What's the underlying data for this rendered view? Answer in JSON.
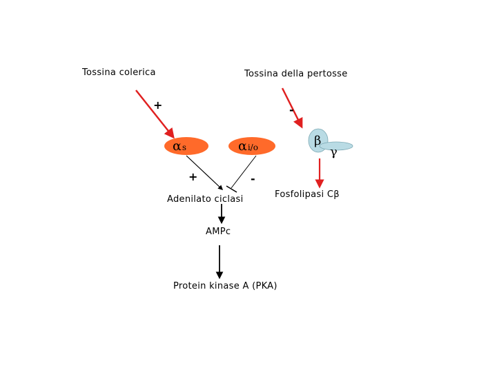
{
  "labels": {
    "cholera_toxin": "Tossina colerica",
    "pertussis_toxin": "Tossina della pertosse",
    "adenylate_cyclase": "Adenilato ciclasi",
    "camp": "AMPc",
    "pka": "Protein kinase A (PKA)",
    "plc": "Fosfolipasi Cβ"
  },
  "signs": {
    "cholera_effect": "+",
    "pertussis_effect": "-",
    "alpha_s_effect": "+",
    "alpha_io_effect": "-"
  },
  "nodes": {
    "alpha_s": "αs",
    "alpha_io": "αi/o",
    "beta": "β",
    "gamma": "γ"
  },
  "colors": {
    "alpha_s_fill": "#ff6a2a",
    "alpha_io_fill": "#ff6a2a",
    "beta_fill": "#b9dbe4",
    "gamma_fill": "#b9dbe4",
    "activating_arrow": "#e02020",
    "pathway_arrow": "#000000"
  }
}
